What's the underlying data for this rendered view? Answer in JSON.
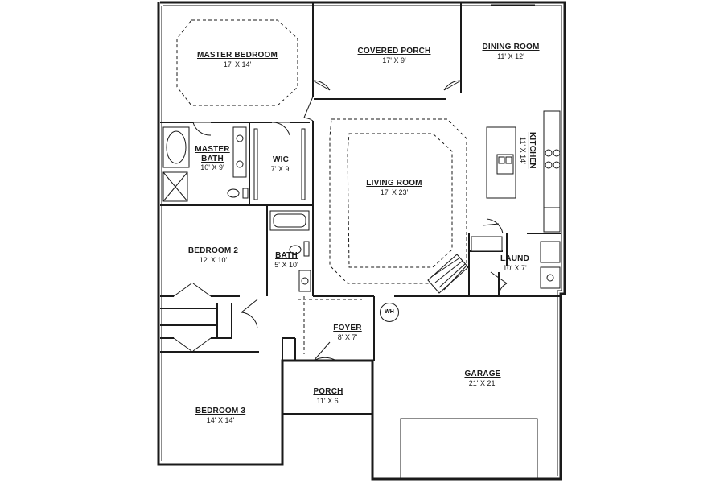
{
  "rooms": {
    "master_bedroom": {
      "name": "MASTER BEDROOM",
      "dims": "17' X 14'"
    },
    "covered_porch": {
      "name": "COVERED PORCH",
      "dims": "17' X 9'"
    },
    "dining_room": {
      "name": "DINING ROOM",
      "dims": "11' X 12'"
    },
    "master_bath": {
      "name1": "MASTER",
      "name2": "BATH",
      "dims": "10' X 9'"
    },
    "wic": {
      "name": "WIC",
      "dims": "7' X 9'"
    },
    "living_room": {
      "name": "LIVING ROOM",
      "dims": "17' X 23'"
    },
    "kitchen": {
      "name": "KITCHEN",
      "dims": "11' X 14'"
    },
    "bedroom2": {
      "name": "BEDROOM 2",
      "dims": "12' X 10'"
    },
    "bath": {
      "name": "BATH",
      "dims": "5' X 10'"
    },
    "laund": {
      "name": "LAUND",
      "dims": "10' X 7'"
    },
    "foyer": {
      "name": "FOYER",
      "dims": "8' X 7'"
    },
    "garage": {
      "name": "GARAGE",
      "dims": "21' X 21'"
    },
    "porch": {
      "name": "PORCH",
      "dims": "11' X 6'"
    },
    "bedroom3": {
      "name": "BEDROOM 3",
      "dims": "14' X 14'"
    }
  },
  "fixtures": {
    "water_heater": "WH"
  }
}
